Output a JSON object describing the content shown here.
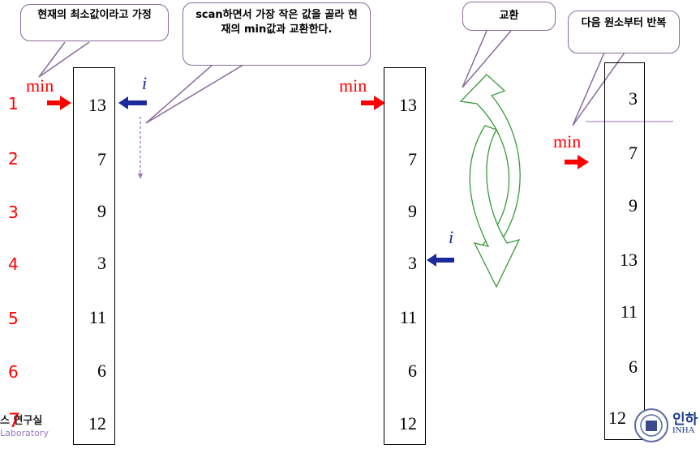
{
  "callouts": {
    "assume_min": "현재의 최소값이라고 가정",
    "scan": "scan하면서 가장 작은 값을 골라 현재의 min값과 교환한다.",
    "swap": "교환",
    "repeat": "다음 원소부터 반복"
  },
  "labels": {
    "min": "min",
    "i": "i"
  },
  "indices": [
    "1",
    "2",
    "3",
    "4",
    "5",
    "6",
    "7"
  ],
  "columns": {
    "before": [
      "13",
      "7",
      "9",
      "3",
      "11",
      "6",
      "12"
    ],
    "scanned": [
      "13",
      "7",
      "9",
      "3",
      "11",
      "6",
      "12"
    ],
    "after": [
      "3",
      "7",
      "9",
      "13",
      "11",
      "6",
      "12"
    ]
  },
  "logos": {
    "left_text_line1": "스 연구실",
    "left_text_line2": "Laboratory",
    "right_text_line1": "인하",
    "right_text_line2": "INHA"
  },
  "colors": {
    "min_arrow": "#ff0000",
    "i_arrow": "#1a2a9a",
    "callout_border": "#8a6a9a",
    "swap_arrow": "#3a9a3a"
  }
}
